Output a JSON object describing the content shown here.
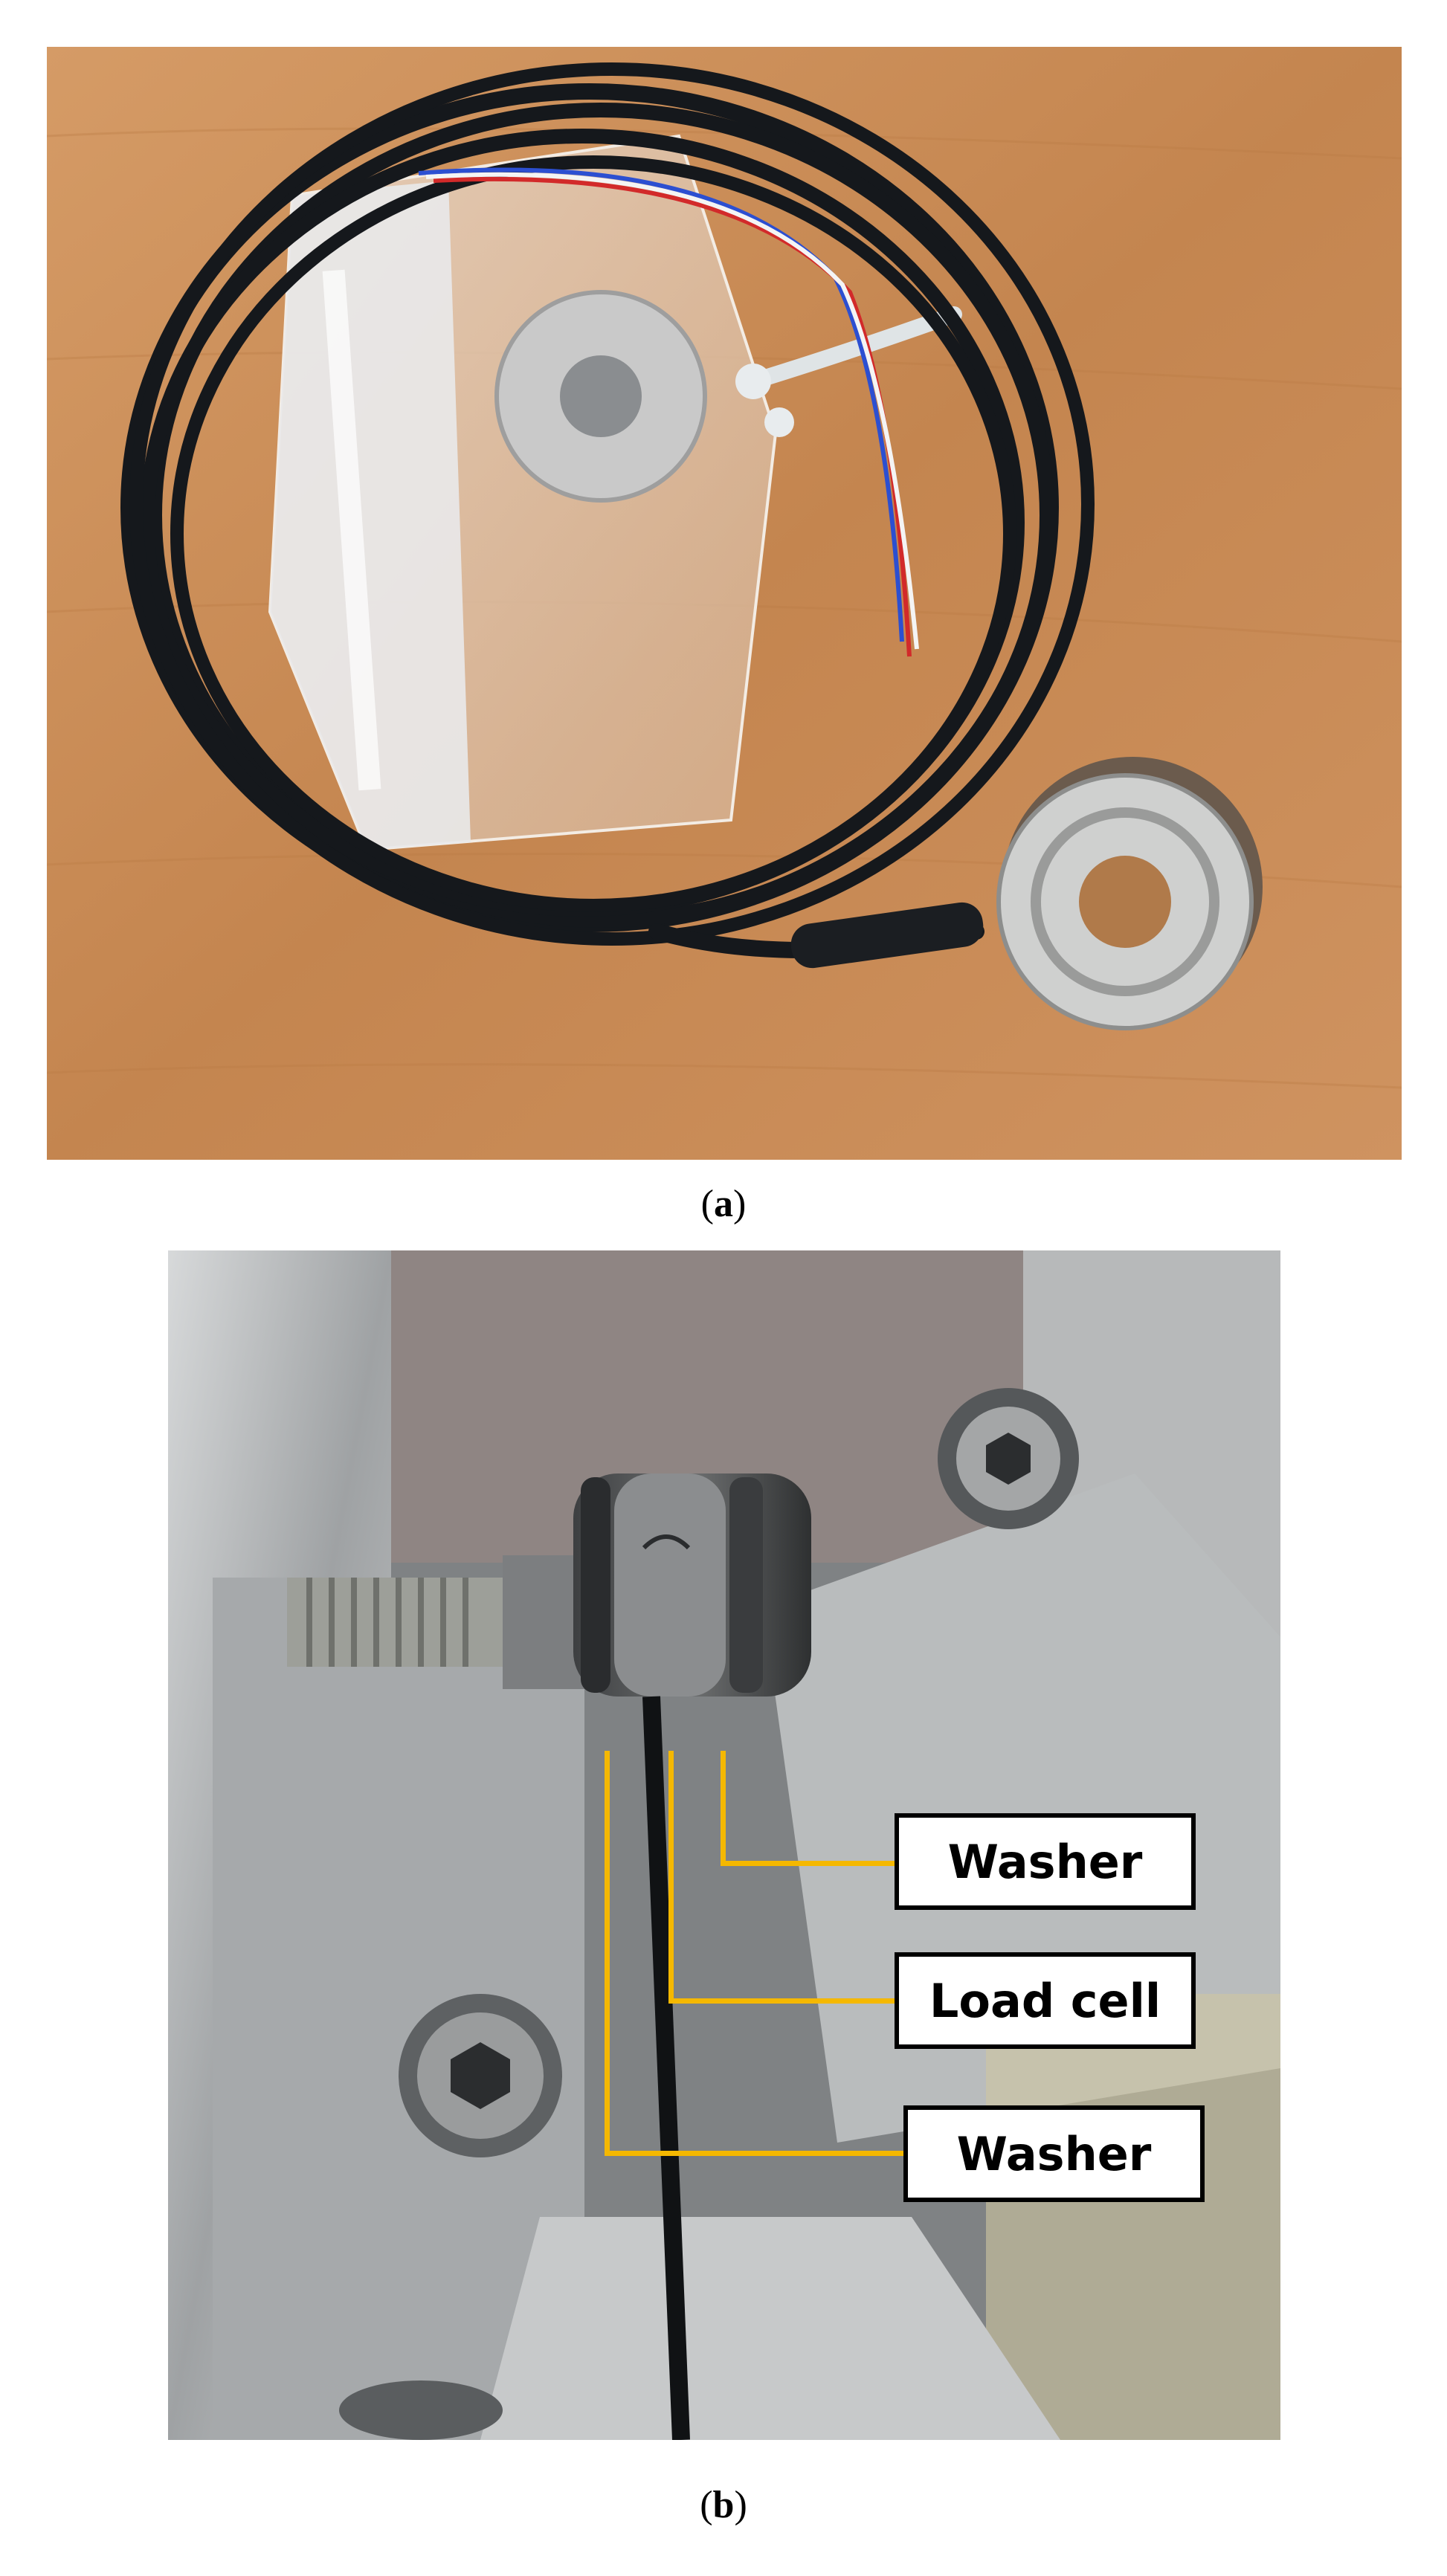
{
  "figure": {
    "panels": [
      {
        "id": "a",
        "caption_open": "(",
        "caption_letter": "a",
        "caption_close": ")"
      },
      {
        "id": "b",
        "caption_open": "(",
        "caption_letter": "b",
        "caption_close": ")",
        "callouts": {
          "washer_top": "Washer",
          "load_cell": "Load cell",
          "washer_bottom": "Washer"
        }
      }
    ]
  },
  "colors": {
    "leader_line": "#f5b800",
    "callout_border": "#000000",
    "wood_table": "#c98a55",
    "cable": "#15181c",
    "metal": "#a9aaa8"
  }
}
